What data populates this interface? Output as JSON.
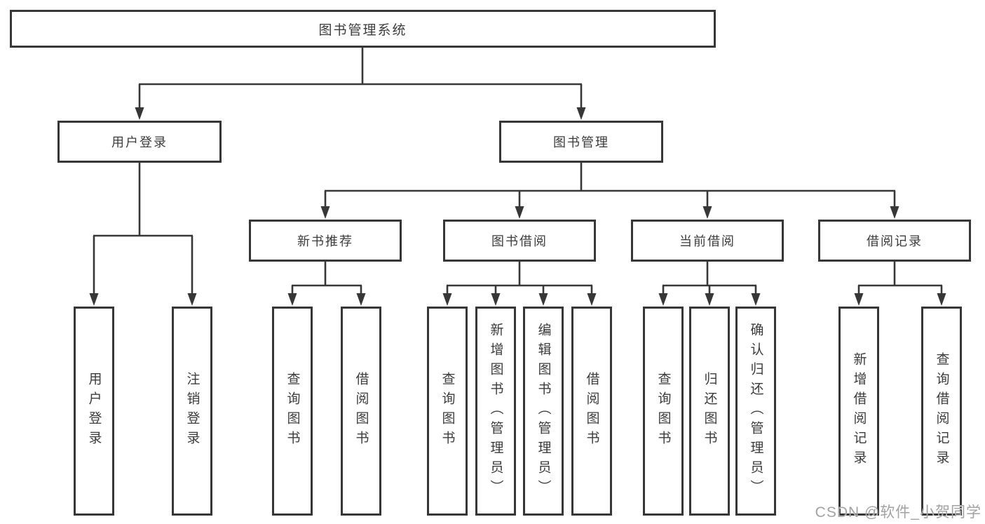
{
  "diagram": {
    "root": {
      "label": "图书管理系统"
    },
    "level2": [
      {
        "label": "用户登录"
      },
      {
        "label": "图书管理"
      }
    ],
    "level3": [
      {
        "label": "新书推荐"
      },
      {
        "label": "图书借阅"
      },
      {
        "label": "当前借阅"
      },
      {
        "label": "借阅记录"
      }
    ],
    "leaves": {
      "user_login": [
        "用户登录",
        "注销登录"
      ],
      "new_book": [
        "查询图书",
        "借阅图书"
      ],
      "book_borrow": [
        "查询图书",
        "新增图书（管理员）",
        "编辑图书（管理员）",
        "借阅图书"
      ],
      "current_borrow": [
        "查询图书",
        "归还图书",
        "确认归还（管理员）"
      ],
      "borrow_record": [
        "新增借阅记录",
        "查询借阅记录"
      ]
    },
    "watermark": "CSDN @软件_小贺同学",
    "colors": {
      "line": "#373737",
      "box_border": "#373737",
      "box_fill": "#ffffff",
      "text": "#3c3c3c",
      "watermark": "#a2a2a2",
      "bg": "#ffffff"
    }
  }
}
